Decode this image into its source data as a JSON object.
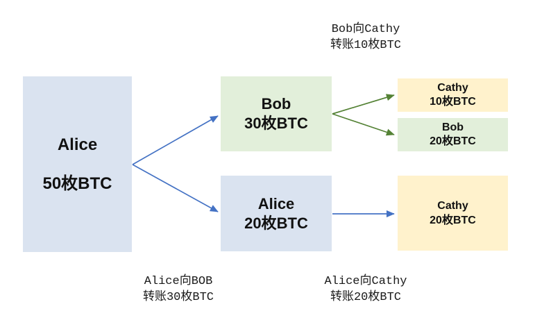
{
  "colors": {
    "box_blue": "#dae3f0",
    "box_green": "#e2efda",
    "box_yellow": "#fff2cc",
    "arrow_blue": "#4472c4",
    "arrow_green": "#548235",
    "text": "#111111",
    "background": "#ffffff"
  },
  "nodes": {
    "alice_50": {
      "name": "Alice",
      "amount": "50枚BTC"
    },
    "bob_30": {
      "name": "Bob",
      "amount": "30枚BTC"
    },
    "alice_20": {
      "name": "Alice",
      "amount": "20枚BTC"
    },
    "cathy_10": {
      "name": "Cathy",
      "amount": "10枚BTC"
    },
    "bob_20": {
      "name": "Bob",
      "amount": "20枚BTC"
    },
    "cathy_20": {
      "name": "Cathy",
      "amount": "20枚BTC"
    }
  },
  "captions": {
    "bob_to_cathy": {
      "line1": "Bob向Cathy",
      "line2": "转账10枚BTC"
    },
    "alice_to_bob": {
      "line1": "Alice向BOB",
      "line2": "转账30枚BTC"
    },
    "alice_to_cathy": {
      "line1": "Alice向Cathy",
      "line2": "转账20枚BTC"
    }
  }
}
